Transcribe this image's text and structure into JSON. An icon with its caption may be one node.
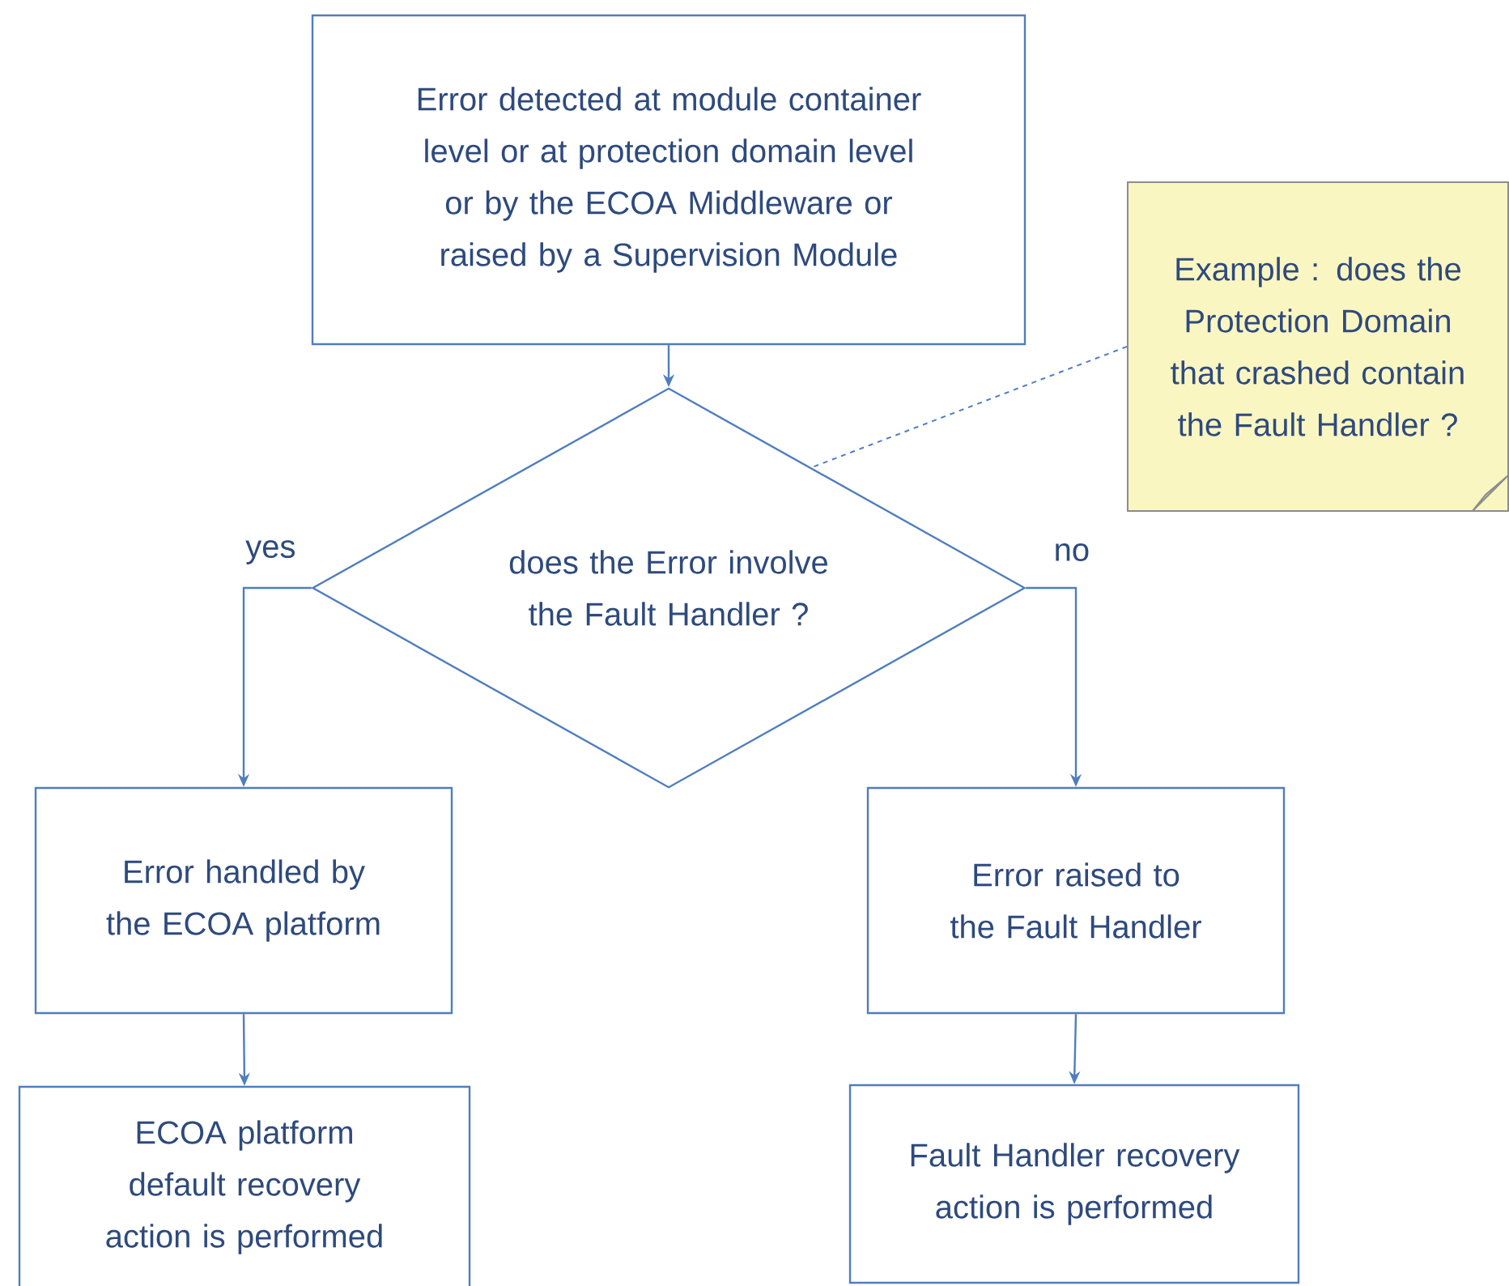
{
  "diagram": {
    "nodes": [
      {
        "text": [
          "Error detected at module container level or at protection domain level or by the ECOA Middleware or raised by a Supervision Module"
        ]
      },
      {
        "text": [
          "does the Error involve the Fault Handler ?"
        ]
      },
      {
        "text": [
          "Example : does the Protection Domain that crashed contain the Fault Handler ?"
        ]
      },
      {
        "text": [
          "Error handled by the ECOA platform"
        ]
      },
      {
        "text": [
          "Error raised to the Fault Handler"
        ]
      },
      {
        "text": [
          "ECOA platform default recovery action is performed"
        ]
      },
      {
        "text": [
          "Fault Handler recovery action is performed"
        ]
      }
    ],
    "edges": [
      {
        "from": 0,
        "to": 1,
        "arrow": "to"
      },
      {
        "from": 1,
        "to": 3,
        "arrow": "to",
        "label": "yes"
      },
      {
        "from": 1,
        "to": 4,
        "arrow": "to",
        "label": "no"
      },
      {
        "from": 3,
        "to": 5,
        "arrow": "to"
      },
      {
        "from": 4,
        "to": 6,
        "arrow": "to"
      },
      {
        "from": 2,
        "to": 1,
        "arrow": "none",
        "style": "dashed"
      }
    ]
  }
}
